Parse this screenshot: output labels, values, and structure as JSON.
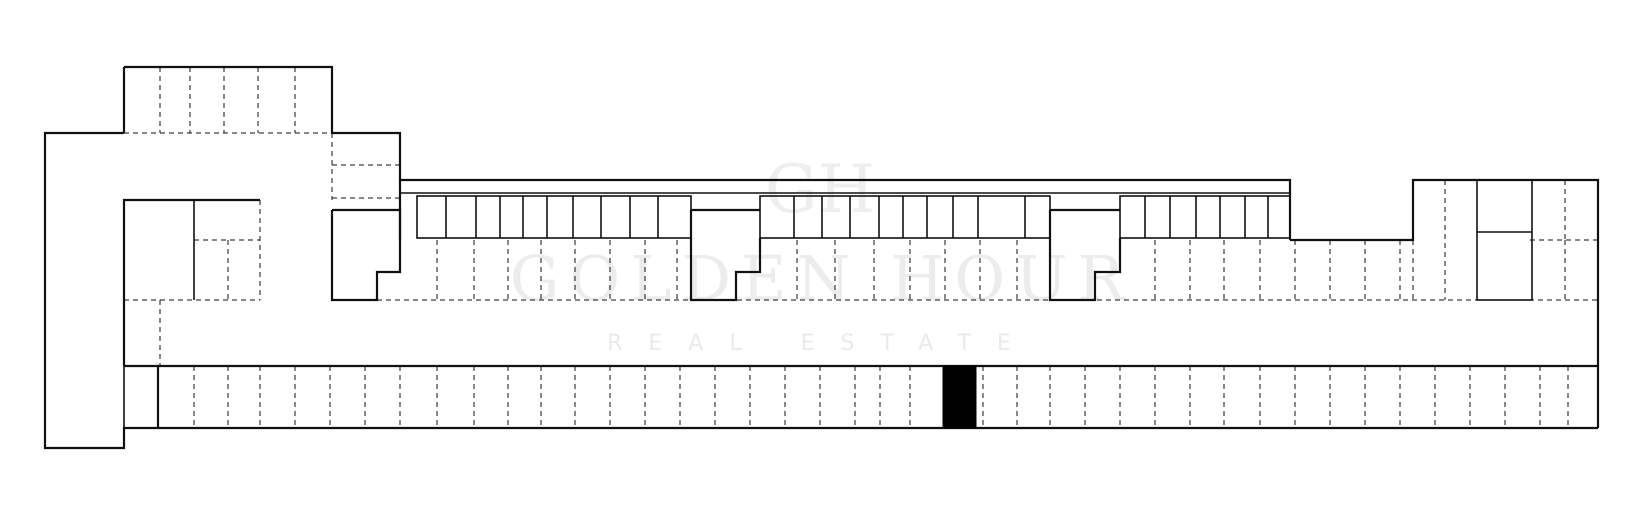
{
  "watermark": {
    "logo": "GH",
    "brand": "GOLDEN HOUR",
    "subtitle": "REAL ESTATE"
  },
  "plan": {
    "wall_color": "#111111",
    "occupied_color": "#000000",
    "background": "#ffffff",
    "occupied_spaces": 1
  }
}
